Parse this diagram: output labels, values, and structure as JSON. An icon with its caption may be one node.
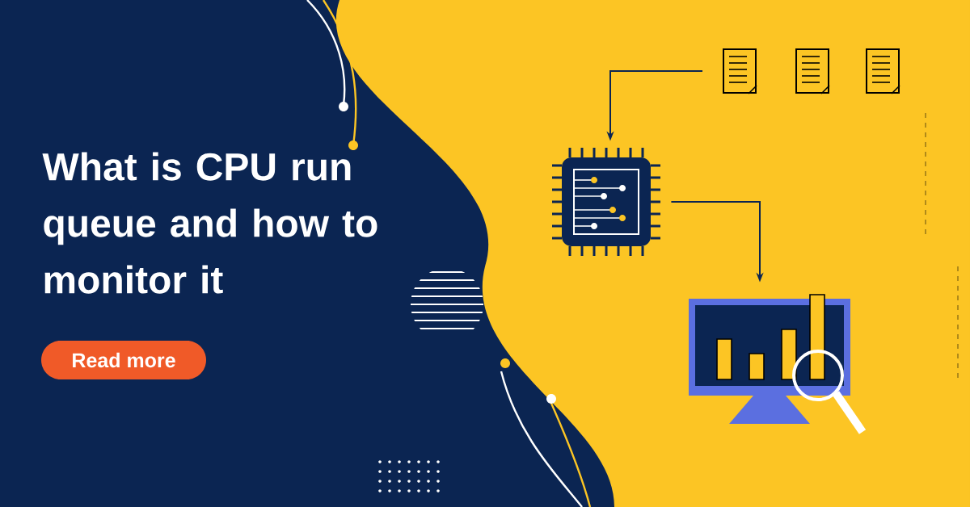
{
  "diagram": {
    "title": "What is CPU run queue and how to monitor it",
    "nodes": [
      {
        "text": [
          "Read more"
        ]
      },
      {
        "text": [],
        "shape": "picture"
      },
      {
        "text": [],
        "shape": "picture"
      },
      {
        "text": [],
        "shape": "picture"
      },
      {
        "text": [],
        "shape": "picture"
      },
      {
        "text": [],
        "shape": "picture"
      }
    ],
    "edges": [
      {
        "from": 1,
        "to": 4,
        "arrow": "to"
      },
      {
        "from": 4,
        "to": 5,
        "arrow": "to"
      }
    ]
  }
}
